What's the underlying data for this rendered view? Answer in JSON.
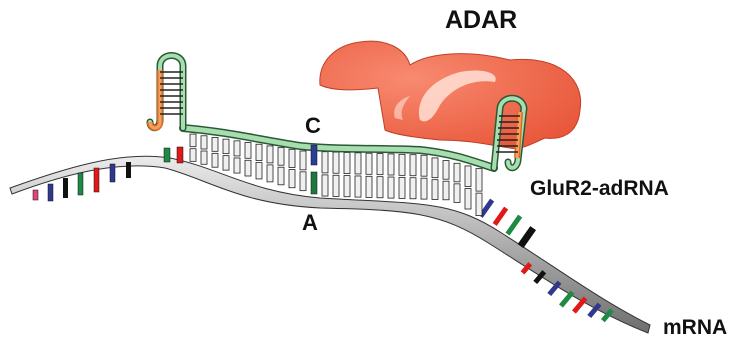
{
  "labels": {
    "adar": "ADAR",
    "c": "C",
    "a": "A",
    "guide": "GluR2-adRNA",
    "mrna": "mRNA"
  },
  "colors": {
    "adar_fill": "#f06a50",
    "adar_highlight": "#ffe1d6",
    "guide_strand": "#a8ddb0",
    "guide_loop": "#f08040",
    "mrna_strand": "#808080",
    "mrna_strand_light": "#d8d8d8",
    "base_pair": "#f0f0f0",
    "edited_c": "#2b3c9a",
    "edited_a": "#1e7a3c",
    "base_red": "#e01818",
    "base_green": "#1e8a44",
    "base_blue": "#30388e",
    "base_black": "#111111",
    "base_pink": "#e0457a"
  }
}
